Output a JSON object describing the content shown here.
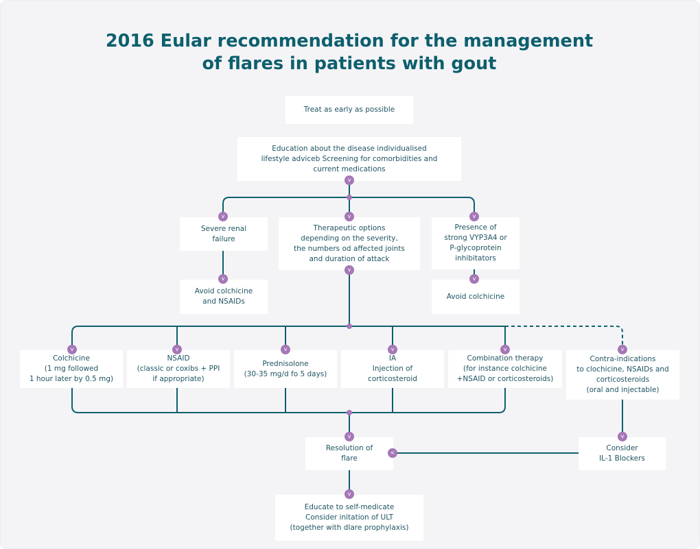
{
  "title": {
    "line1": "2016 Eular recommendation for the management",
    "line2": "of flares in patients with gout"
  },
  "colors": {
    "title": "#0d5f6e",
    "line": "#0d5f6e",
    "marker": "#a577b6",
    "text": "#1f5462"
  },
  "marker_glyph": "v",
  "marker_glyph_left": "<",
  "boxes": {
    "treat_early": [
      "Treat as early as possible"
    ],
    "education": [
      "Education about the disease individualised",
      "lifestyle adviceb Screening for comorbidities and",
      "current medications"
    ],
    "renal": [
      "Severe renal",
      "failure"
    ],
    "avoid_colch_nsaid": [
      "Avoid colchicine",
      "and NSAIDs"
    ],
    "therapeutic": [
      "Therapeutic options",
      "depending on the severity,",
      "the numbers od affected joints",
      "and duration of attack"
    ],
    "presence": [
      "Presence of",
      "strong VYP3A4 or",
      "P-glycoprotein",
      "inhibitators"
    ],
    "avoid_colch": [
      "Avoid colchicine"
    ],
    "colchicine": [
      "Colchicine",
      "(1 mg followed",
      "1 hour later by 0.5 mg)"
    ],
    "nsaid": [
      "NSAID",
      "(classic or coxibs + PPI",
      "if appropriate)"
    ],
    "prednisolone": [
      "Prednisolone",
      "(30-35 mg/d fo 5 days)"
    ],
    "ia": [
      "IA",
      "Injection of",
      "corticosteroid"
    ],
    "combination": [
      "Combination therapy",
      "(for instance colchicine",
      "+NSAID or corticosteroids)"
    ],
    "contra": [
      "Contra-indications",
      "to clochicine, NSAIDs and",
      "corticosteroids",
      "(oral and injectable)"
    ],
    "resolution": [
      "Resolution of",
      "flare"
    ],
    "consider": [
      "Consider",
      "IL-1 Blockers"
    ],
    "educate": [
      "Educate to self-medicate",
      "Consider initation of ULT",
      "(together with dlare prophylaxis)"
    ]
  }
}
